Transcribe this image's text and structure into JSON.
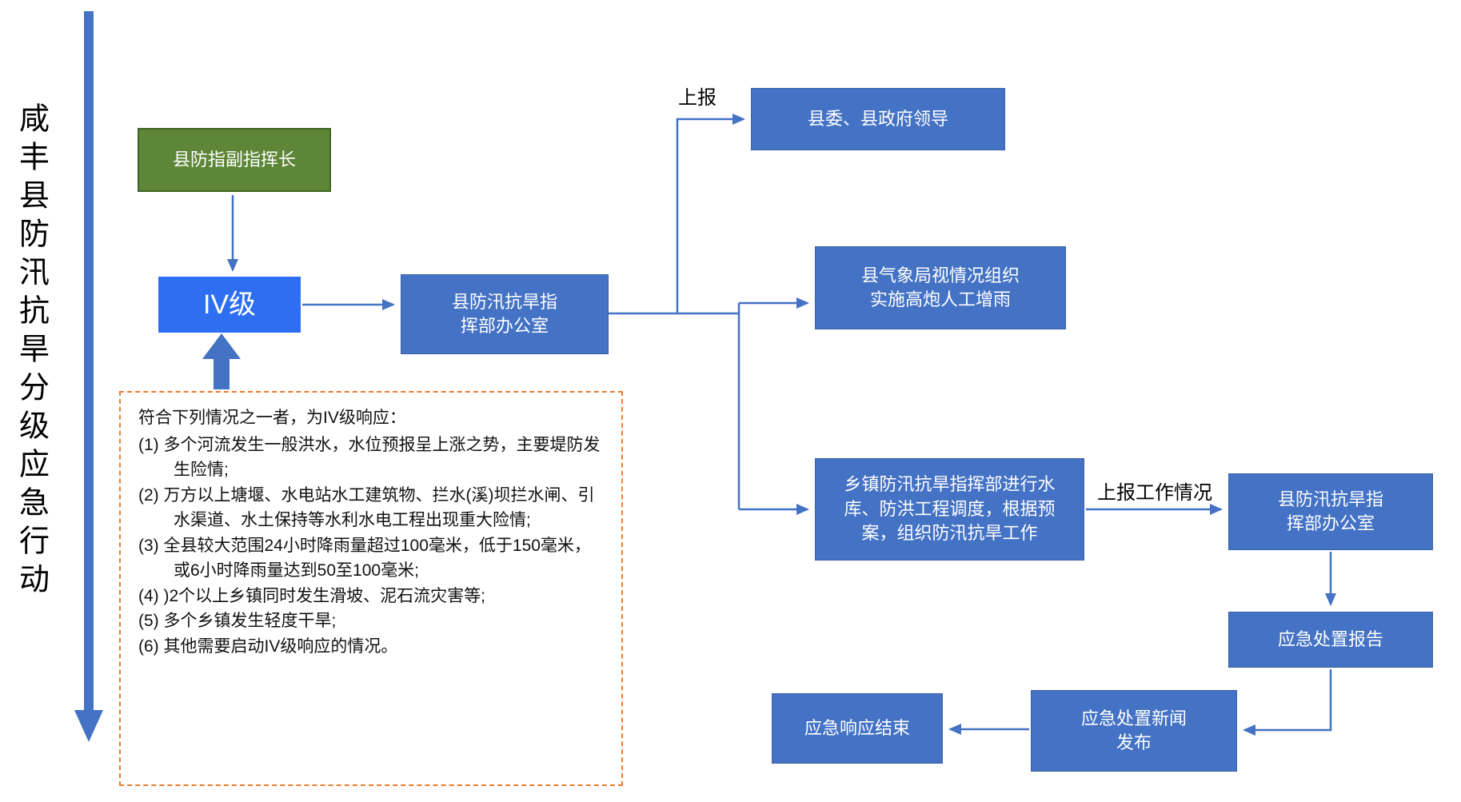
{
  "diagram_title": "咸丰县防汛抗旱分级应急行动",
  "colors": {
    "node-blue": "#4472C4",
    "level-blue": "#2E6FF2",
    "node-green": "#5D8638",
    "arrow-blue": "#4472C4",
    "dashed-orange": "#ED7D31"
  },
  "nodes": {
    "deputy_commander": "县防指副指挥长",
    "level_iv": "IV级",
    "office_main": "县防汛抗旱指\n挥部办公室",
    "county_leaders": "县委、县政府领导",
    "weather_bureau": "县气象局视情况组织\n实施高炮人工增雨",
    "township_hq": "乡镇防汛抗旱指挥部进行水\n库、防洪工程调度，根据预\n案，组织防汛抗旱工作",
    "office_second": "县防汛抗旱指\n挥部办公室",
    "response_report": "应急处置报告",
    "news_release": "应急处置新闻\n发布",
    "response_end": "应急响应结束"
  },
  "edge_labels": {
    "report_up": "上报",
    "report_work": "上报工作情况"
  },
  "criteria": {
    "title": "符合下列情况之一者，为IV级响应：",
    "items": [
      "(1) 多个河流发生一般洪水，水位预报呈上涨之势，主要堤防发生险情;",
      "(2) 万方以上塘堰、水电站水工建筑物、拦水(溪)坝拦水闸、引水渠道、水土保持等水利水电工程出现重大险情;",
      "(3) 全县较大范围24小时降雨量超过100毫米，低于150毫米，或6小时降雨量达到50至100毫米;",
      "(4) )2个以上乡镇同时发生滑坡、泥石流灾害等;",
      "(5) 多个乡镇发生轻度干旱;",
      "(6) 其他需要启动IV级响应的情况。"
    ]
  }
}
